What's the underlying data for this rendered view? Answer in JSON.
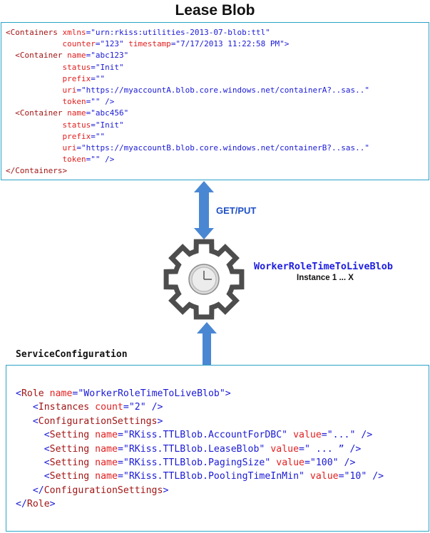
{
  "title": "Lease Blob",
  "lease_xml": [
    [
      [
        "t",
        "<Containers "
      ],
      [
        "a",
        "xmlns"
      ],
      [
        "v",
        "=\"urn:rkiss:utilities-2013-07-blob:ttl\""
      ]
    ],
    [
      [
        "v",
        "            "
      ],
      [
        "a",
        "counter"
      ],
      [
        "v",
        "=\"123\" "
      ],
      [
        "a",
        "timestamp"
      ],
      [
        "v",
        "=\"7/17/2013 11:22:58 PM\">"
      ]
    ],
    [
      [
        "t",
        "  <Container "
      ],
      [
        "a",
        "name"
      ],
      [
        "v",
        "=\"abc123\""
      ]
    ],
    [
      [
        "v",
        "            "
      ],
      [
        "a",
        "status"
      ],
      [
        "v",
        "=\"Init\""
      ]
    ],
    [
      [
        "v",
        "            "
      ],
      [
        "a",
        "prefix"
      ],
      [
        "v",
        "=\"\""
      ]
    ],
    [
      [
        "v",
        "            "
      ],
      [
        "a",
        "uri"
      ],
      [
        "v",
        "=\"https://myaccountA.blob.core.windows.net/containerA?..sas..\""
      ]
    ],
    [
      [
        "v",
        "            "
      ],
      [
        "a",
        "token"
      ],
      [
        "v",
        "=\"\" />"
      ]
    ],
    [
      [
        "t",
        "  <Container "
      ],
      [
        "a",
        "name"
      ],
      [
        "v",
        "=\"abc456\""
      ]
    ],
    [
      [
        "v",
        "            "
      ],
      [
        "a",
        "status"
      ],
      [
        "v",
        "=\"Init\""
      ]
    ],
    [
      [
        "v",
        "            "
      ],
      [
        "a",
        "prefix"
      ],
      [
        "v",
        "=\"\""
      ]
    ],
    [
      [
        "v",
        "            "
      ],
      [
        "a",
        "uri"
      ],
      [
        "v",
        "=\"https://myaccountB.blob.core.windows.net/containerB?..sas..\""
      ]
    ],
    [
      [
        "v",
        "            "
      ],
      [
        "a",
        "token"
      ],
      [
        "v",
        "=\"\" />"
      ]
    ],
    [
      [
        "t",
        "</Containers>"
      ]
    ]
  ],
  "arrow_label": "GET/PUT",
  "worker": {
    "name": "WorkerRoleTimeToLiveBlob",
    "instances": "Instance 1 ... X"
  },
  "service_label": "ServiceConfiguration",
  "service_xml": [
    [
      [
        "p",
        "<"
      ],
      [
        "t",
        "Role "
      ],
      [
        "a",
        "name"
      ],
      [
        "p",
        "=\"WorkerRoleTimeToLiveBlob\">"
      ]
    ],
    [
      [
        "p",
        "   <"
      ],
      [
        "t",
        "Instances "
      ],
      [
        "a",
        "count"
      ],
      [
        "p",
        "=\"2\" />"
      ]
    ],
    [
      [
        "p",
        "   <"
      ],
      [
        "t",
        "ConfigurationSettings"
      ],
      [
        "p",
        ">"
      ]
    ],
    [
      [
        "p",
        "     <"
      ],
      [
        "t",
        "Setting "
      ],
      [
        "a",
        "name"
      ],
      [
        "p",
        "=\"RKiss.TTLBlob.AccountForDBC\" "
      ],
      [
        "a",
        "value"
      ],
      [
        "p",
        "=\"...\" />"
      ]
    ],
    [
      [
        "p",
        "     <"
      ],
      [
        "t",
        "Setting "
      ],
      [
        "a",
        "name"
      ],
      [
        "p",
        "=\"RKiss.TTLBlob.LeaseBlob\" "
      ],
      [
        "a",
        "value"
      ],
      [
        "p",
        "=\" ... ” />"
      ]
    ],
    [
      [
        "p",
        "     <"
      ],
      [
        "t",
        "Setting "
      ],
      [
        "a",
        "name"
      ],
      [
        "p",
        "=\"RKiss.TTLBlob.PagingSize\" "
      ],
      [
        "a",
        "value"
      ],
      [
        "p",
        "=\"100\" />"
      ]
    ],
    [
      [
        "p",
        "     <"
      ],
      [
        "t",
        "Setting "
      ],
      [
        "a",
        "name"
      ],
      [
        "p",
        "=\"RKiss.TTLBlob.PoolingTimeInMin\" "
      ],
      [
        "a",
        "value"
      ],
      [
        "p",
        "=\"10\" />"
      ]
    ],
    [
      [
        "p",
        "   </"
      ],
      [
        "t",
        "ConfigurationSettings"
      ],
      [
        "p",
        ">"
      ]
    ],
    [
      [
        "p",
        "</"
      ],
      [
        "t",
        "Role"
      ],
      [
        "p",
        ">"
      ]
    ]
  ],
  "colors": {
    "box_border": "#2aa3c7",
    "arrow": "#4a87d3",
    "gear_outline": "#4d4d4d",
    "clock_face": "#dcdcdc"
  }
}
